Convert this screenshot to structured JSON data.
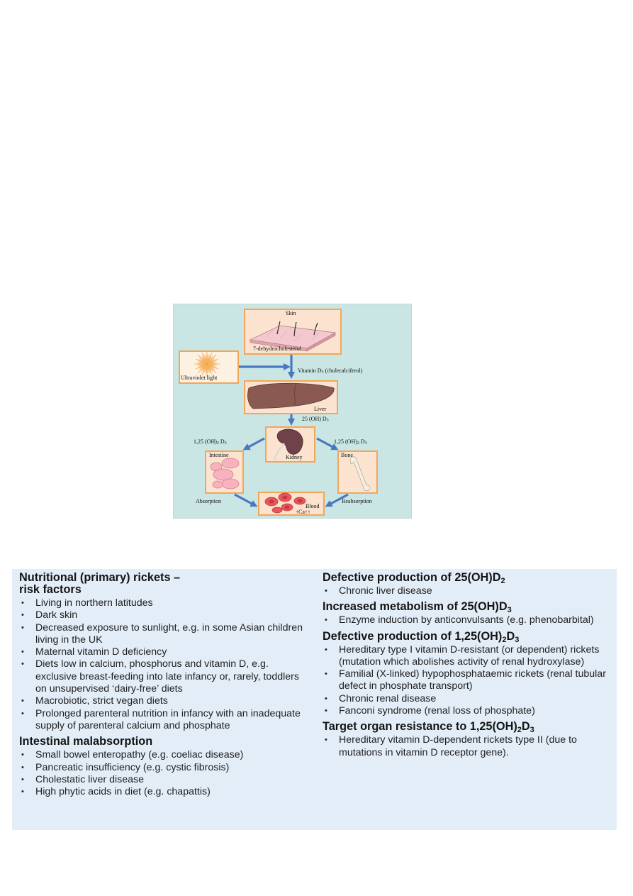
{
  "diagram": {
    "skin_label": "Skin",
    "dehydro_label": "7-dehydrocholesterol",
    "uv_label": "Ultraviolet light",
    "vitd3_label": "Vitamin D",
    "vitd3_sub": "3",
    "vitd3_rest": " (cholecalciferol)",
    "liver_label": "Liver",
    "oh25_label": "25 (OH) D",
    "oh25_sub": "3",
    "left_125_a": "1,25 (OH)",
    "left_125_sub1": "2",
    "left_125_b": " D",
    "left_125_sub2": "3",
    "right_125_a": "1,25 (OH)",
    "right_125_sub1": "2",
    "right_125_b": " D",
    "right_125_sub2": "3",
    "kidney_label": "Kidney",
    "intestine_label": "Intestine",
    "bone_label": "Bone",
    "absorption_label": "Absorption",
    "reabsorption_label": "Reabsorption",
    "blood_label": "Blood",
    "blood_ca_label": "↑Ca↑↑",
    "colors": {
      "background": "#c9e6e4",
      "box_border": "#f2a65a",
      "arrow": "#4a78c0"
    }
  },
  "table": {
    "left": {
      "heading1_line1": "Nutritional (primary) rickets –",
      "heading1_line2": "risk factors",
      "items1": [
        "Living in northern latitudes",
        "Dark skin",
        "Decreased exposure to sunlight, e.g. in some Asian children living in the UK",
        "Maternal vitamin D deficiency",
        "Diets low in calcium, phosphorus and vitamin D, e.g. exclusive breast-feeding into late infancy or, rarely, toddlers on unsupervised ‘dairy-free’ diets",
        "Macrobiotic, strict vegan diets",
        "Prolonged parenteral nutrition in infancy with an inadequate supply of parenteral calcium and phosphate"
      ],
      "heading2": "Intestinal malabsorption",
      "items2": [
        "Small bowel enteropathy (e.g. coeliac disease)",
        "Pancreatic insufficiency (e.g. cystic fibrosis)",
        "Cholestatic liver disease",
        "High phytic acids in diet (e.g. chapattis)"
      ]
    },
    "right": {
      "heading1_a": "Defective production of 25(OH)D",
      "heading1_sub": "2",
      "items1": [
        "Chronic  liver disease"
      ],
      "heading2_a": "Increased metabolism of 25(OH)D",
      "heading2_sub": "3",
      "items2": [
        "Enzyme induction by anticonvulsants (e.g. phenobarbital)"
      ],
      "heading3_a": "Defective production of 1,25(OH)",
      "heading3_sub1": "2",
      "heading3_b": "D",
      "heading3_sub2": "3",
      "items3": [
        "Hereditary type I vitamin D-resistant (or dependent) rickets (mutation which abolishes activity of renal hydroxylase)",
        "Familial (X-linked) hypophosphataemic rickets (renal tubular defect in phosphate transport)",
        "Chronic renal disease",
        "Fanconi syndrome (renal loss of phosphate)"
      ],
      "heading4_a": "Target organ resistance to 1,25(OH)",
      "heading4_sub1": "2",
      "heading4_b": "D",
      "heading4_sub2": "3",
      "items4": [
        "Hereditary vitamin D-dependent rickets type II (due to mutations in vitamin D receptor gene)."
      ]
    }
  }
}
